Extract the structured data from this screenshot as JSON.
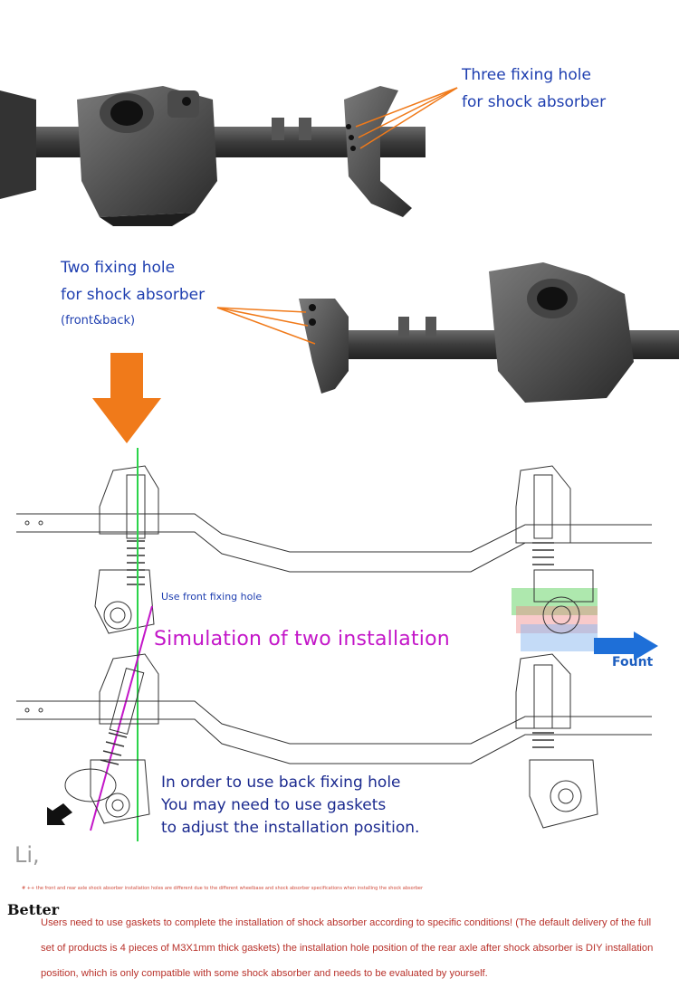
{
  "callouts": {
    "three_holes": [
      "Three fixing hole",
      "for shock absorber"
    ],
    "two_holes": [
      "Two fixing hole",
      "for shock absorber"
    ],
    "two_holes_note": "(front&back)"
  },
  "diagram": {
    "front_hole_label": "Use front fixing hole",
    "simulation_title": "Simulation of two installation",
    "back_hole_note": [
      "In order to use back fixing hole",
      "You may need to use gaskets",
      "to adjust the installation position."
    ],
    "direction_label": "Fount"
  },
  "footer": {
    "mark": "Li,",
    "small_note": "# ++ the front and rear axle shock absorber installation holes are different due to the different wheelbase and shock absorber specifications when installing the shock absorber",
    "heading": "Better",
    "paragraph": "Users need to use gaskets to complete the installation of shock absorber according to specific conditions! (The default delivery of the full set of products is 4 pieces of M3X1mm thick gaskets) the installation hole position of the rear axle after shock absorber is DIY installation position, which is only compatible with some shock absorber and needs to be evaluated by yourself."
  },
  "colors": {
    "label_blue": "#1f3fb0",
    "sim_magenta": "#c316c8",
    "arrow_orange": "#f07a1a",
    "guide_green": "#2bd44a",
    "direction_blue": "#1e6fd8",
    "note_red": "#b8312a"
  }
}
